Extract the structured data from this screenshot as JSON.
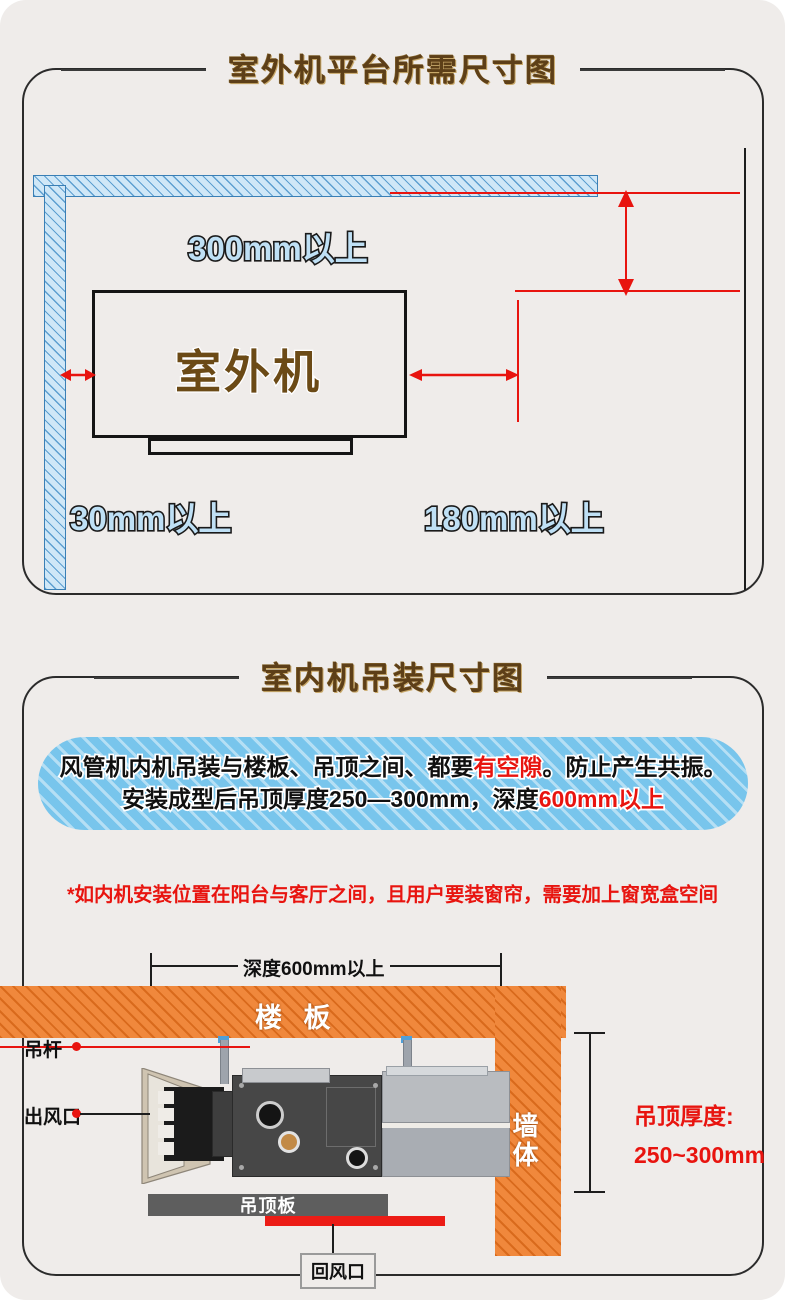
{
  "sections": [
    {
      "id": "outdoor",
      "title": "室外机平台所需尺寸图",
      "unit_label": "室外机",
      "dimensions": {
        "top_clearance": "300mm以上",
        "wall_clearance": "30mm以上",
        "side_clearance": "180mm以上"
      }
    },
    {
      "id": "indoor",
      "title": "室内机吊装尺寸图",
      "info": {
        "line1_a": "风管机内机吊装与楼板、吊顶之间、都要",
        "line1_red": "有空隙",
        "line1_b": "。防止产生共振。",
        "line2_a": "安装成型后吊顶厚度250—300mm，深度",
        "line2_red": "600mm以上"
      },
      "note": "*如内机安装位置在阳台与客厅之间，且用户要装窗帘，需要加上窗宽盒空间",
      "drawing": {
        "depth_dimension": "深度600mm以上",
        "slab_label": "楼 板",
        "wall_label": "墙体",
        "rod_label": "吊杆",
        "outlet_label": "出风口",
        "ceiling_board_label": "吊顶板",
        "return_air_label": "回风口",
        "thickness_label_line1": "吊顶厚度:",
        "thickness_label_line2": "250~300mm"
      }
    }
  ],
  "colors": {
    "background": "#efecea",
    "title_brown": "#5d3f18",
    "red": "#e8140f",
    "blue_hatch": "#cfe7f7",
    "orange_hatch": "#f0883c",
    "pill_blue": "#78c5ec"
  }
}
